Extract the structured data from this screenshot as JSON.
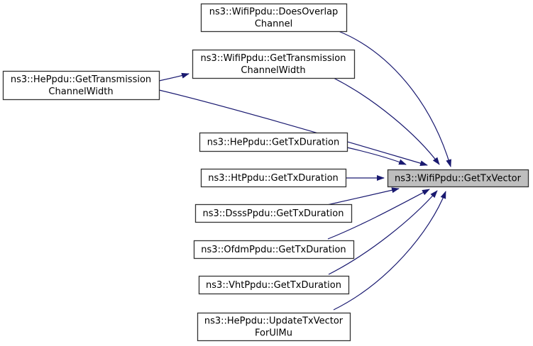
{
  "diagram": {
    "type": "call-graph",
    "target_function": "ns3::WifiPpdu::GetTxVector",
    "colors": {
      "background": "#ffffff",
      "edge": "#191970",
      "node_fill": "#ffffff",
      "node_border": "#333333",
      "highlight_fill": "#bebebe",
      "text": "#000000"
    },
    "nodes": [
      {
        "id": "wifippdu-doesoverlapchannel",
        "lines": [
          "ns3::WifiPpdu::DoesOverlap",
          "Channel"
        ],
        "highlighted": false
      },
      {
        "id": "wifippdu-gettransmissionchannelwidth",
        "lines": [
          "ns3::WifiPpdu::GetTransmission",
          "ChannelWidth"
        ],
        "highlighted": false
      },
      {
        "id": "heppdu-gettransmissionchannelwidth",
        "lines": [
          "ns3::HePpdu::GetTransmission",
          "ChannelWidth"
        ],
        "highlighted": false
      },
      {
        "id": "heppdu-gettxduration",
        "lines": [
          "ns3::HePpdu::GetTxDuration"
        ],
        "highlighted": false
      },
      {
        "id": "htppdu-gettxduration",
        "lines": [
          "ns3::HtPpdu::GetTxDuration"
        ],
        "highlighted": false
      },
      {
        "id": "dsssppdu-gettxduration",
        "lines": [
          "ns3::DsssPpdu::GetTxDuration"
        ],
        "highlighted": false
      },
      {
        "id": "ofdmppdu-gettxduration",
        "lines": [
          "ns3::OfdmPpdu::GetTxDuration"
        ],
        "highlighted": false
      },
      {
        "id": "vhtppdu-gettxduration",
        "lines": [
          "ns3::VhtPpdu::GetTxDuration"
        ],
        "highlighted": false
      },
      {
        "id": "heppdu-updatetxvectorforulmu",
        "lines": [
          "ns3::HePpdu::UpdateTxVector",
          "ForUlMu"
        ],
        "highlighted": false
      },
      {
        "id": "wifippdu-gettxvector",
        "lines": [
          "ns3::WifiPpdu::GetTxVector"
        ],
        "highlighted": true
      }
    ],
    "edges": [
      {
        "from": "heppdu-gettransmissionchannelwidth",
        "to": "wifippdu-gettransmissionchannelwidth"
      },
      {
        "from": "wifippdu-doesoverlapchannel",
        "to": "wifippdu-gettxvector"
      },
      {
        "from": "wifippdu-gettransmissionchannelwidth",
        "to": "wifippdu-gettxvector"
      },
      {
        "from": "heppdu-gettransmissionchannelwidth",
        "to": "wifippdu-gettxvector"
      },
      {
        "from": "heppdu-gettxduration",
        "to": "wifippdu-gettxvector"
      },
      {
        "from": "htppdu-gettxduration",
        "to": "wifippdu-gettxvector"
      },
      {
        "from": "dsssppdu-gettxduration",
        "to": "wifippdu-gettxvector"
      },
      {
        "from": "ofdmppdu-gettxduration",
        "to": "wifippdu-gettxvector"
      },
      {
        "from": "vhtppdu-gettxduration",
        "to": "wifippdu-gettxvector"
      },
      {
        "from": "heppdu-updatetxvectorforulmu",
        "to": "wifippdu-gettxvector"
      }
    ]
  }
}
